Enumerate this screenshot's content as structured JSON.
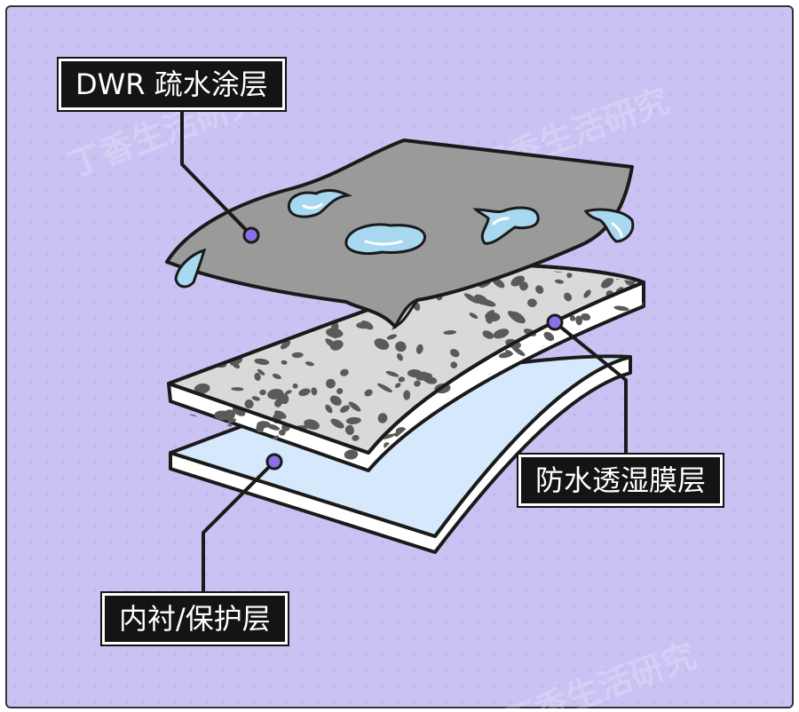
{
  "labels": {
    "dwr": "DWR 疏水涂层",
    "membrane": "防水透湿膜层",
    "lining": "内衬/保护层"
  },
  "watermark": "丁香生活研究",
  "colors": {
    "background": "#c9c2f3",
    "dwr_layer": "#9a9a9a",
    "membrane_layer": "#d9d9d9",
    "membrane_spots": "#5a5a5a",
    "lining_layer": "#d6e8fb",
    "water_drop": "#a7d8ef",
    "marker_dot": "#8a6fe8",
    "label_bg": "#141414",
    "label_text": "#ffffff"
  }
}
